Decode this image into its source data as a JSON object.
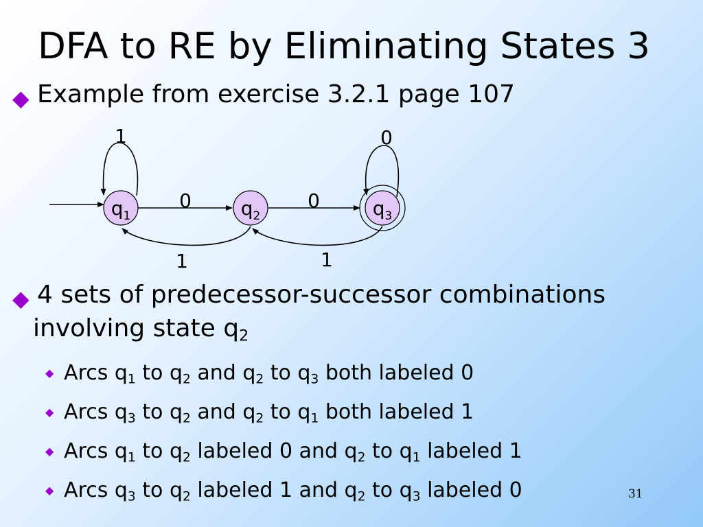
{
  "slide": {
    "title": "DFA to RE by Eliminating States 3",
    "page_number": "31"
  },
  "bullets": {
    "b1": "Example from exercise 3.2.1 page 107",
    "b2_line1": "4 sets of predecessor-successor combinations",
    "b2_line2_pre": "involving state q",
    "b2_line2_sub": "2"
  },
  "subbullets": [
    {
      "parts": [
        "Arcs q",
        "1",
        " to q",
        "2",
        " and q",
        "2",
        " to q",
        "3",
        " both labeled 0"
      ]
    },
    {
      "parts": [
        "Arcs q",
        "3",
        " to q",
        "2",
        " and q",
        "2",
        " to q",
        "1",
        " both labeled 1"
      ]
    },
    {
      "parts": [
        "Arcs q",
        "1",
        " to q",
        "2",
        " labeled 0 and q",
        "2",
        " to q",
        "1",
        " labeled 1"
      ]
    },
    {
      "parts": [
        "Arcs q",
        "3",
        " to q",
        "2",
        " labeled 1 and q",
        "2",
        " to q",
        "3",
        " labeled 0"
      ]
    }
  ],
  "dfa": {
    "states": [
      {
        "letter": "q",
        "sub": "1"
      },
      {
        "letter": "q",
        "sub": "2"
      },
      {
        "letter": "q",
        "sub": "3"
      }
    ],
    "labels": {
      "q1_loop": "1",
      "q3_loop": "0",
      "q1_q2": "0",
      "q2_q3": "0",
      "q2_q1": "1",
      "q3_q2": "1"
    }
  },
  "colors": {
    "state_fill": "#e2c8f8",
    "bullet": "#9900cc"
  }
}
